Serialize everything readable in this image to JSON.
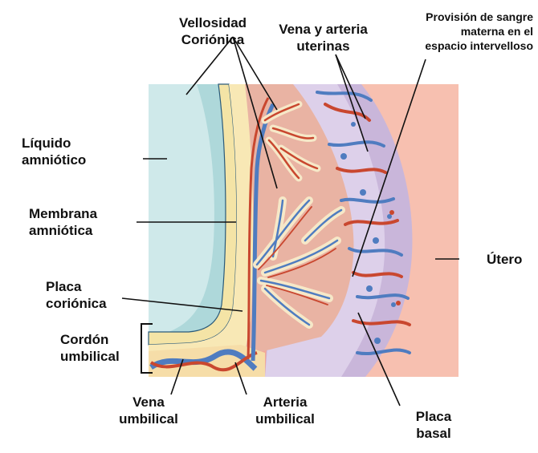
{
  "labels": {
    "villosity": [
      "Vellosidad",
      "Coriónica"
    ],
    "uterine_vessels": [
      "Vena y arteria",
      "uterinas"
    ],
    "maternal_supply": [
      "Provisión de sangre",
      "materna en el",
      "espacio intervelloso"
    ],
    "amniotic_fluid": [
      "Líquido",
      "amniótico"
    ],
    "amniotic_membrane": [
      "Membrana",
      "amniótica"
    ],
    "chorionic_plate": [
      "Placa",
      "coriónica"
    ],
    "umbilical_cord": [
      "Cordón",
      "umbilical"
    ],
    "umbilical_vein": [
      "Vena",
      "umbilical"
    ],
    "umbilical_artery": [
      "Arteria",
      "umbilical"
    ],
    "basal_plate": [
      "Placa",
      "basal"
    ],
    "uterus": [
      "Útero"
    ]
  },
  "colors": {
    "amniotic_fluid": "#cfe9ea",
    "membrane": "#f4e4a6",
    "placenta": "#e8b0a0",
    "decidua": "#c6b2d6",
    "uterus": "#f1a796",
    "vein": "#4f7cc0",
    "artery": "#c9472f",
    "villus_outline": "#f6e8c8"
  }
}
